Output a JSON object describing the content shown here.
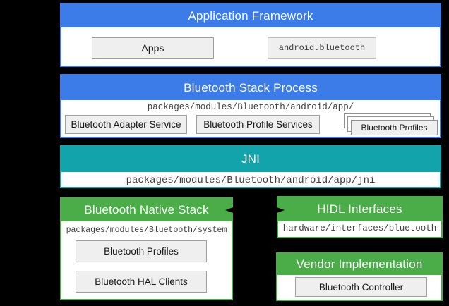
{
  "colors": {
    "blue": "#3b7ce9",
    "teal": "#12a4aa",
    "green": "#4aad48",
    "box_fill": "#efefef",
    "background": "#000000"
  },
  "icons": {
    "link_arrow": "bidirectional-arrow"
  },
  "diagram": {
    "app_framework": {
      "title": "Application Framework",
      "boxes": {
        "apps": "Apps",
        "api": "android.bluetooth"
      }
    },
    "stack_process": {
      "title": "Bluetooth Stack Process",
      "path": "packages/modules/Bluetooth/android/app/",
      "boxes": {
        "adapter": "Bluetooth Adapter Service",
        "profile_services": "Bluetooth Profile Services",
        "profiles_stack": "Bluetooth Profiles"
      }
    },
    "jni": {
      "title": "JNI",
      "path": "packages/modules/Bluetooth/android/app/jni"
    },
    "native_stack": {
      "title": "Bluetooth Native Stack",
      "path": "packages/modules/Bluetooth/system",
      "boxes": {
        "profiles": "Bluetooth Profiles",
        "hal_clients": "Bluetooth HAL Clients"
      }
    },
    "hidl": {
      "title": "HIDL Interfaces",
      "path": "hardware/interfaces/bluetooth"
    },
    "vendor": {
      "title": "Vendor Implementation",
      "boxes": {
        "controller": "Bluetooth Controller"
      }
    }
  }
}
